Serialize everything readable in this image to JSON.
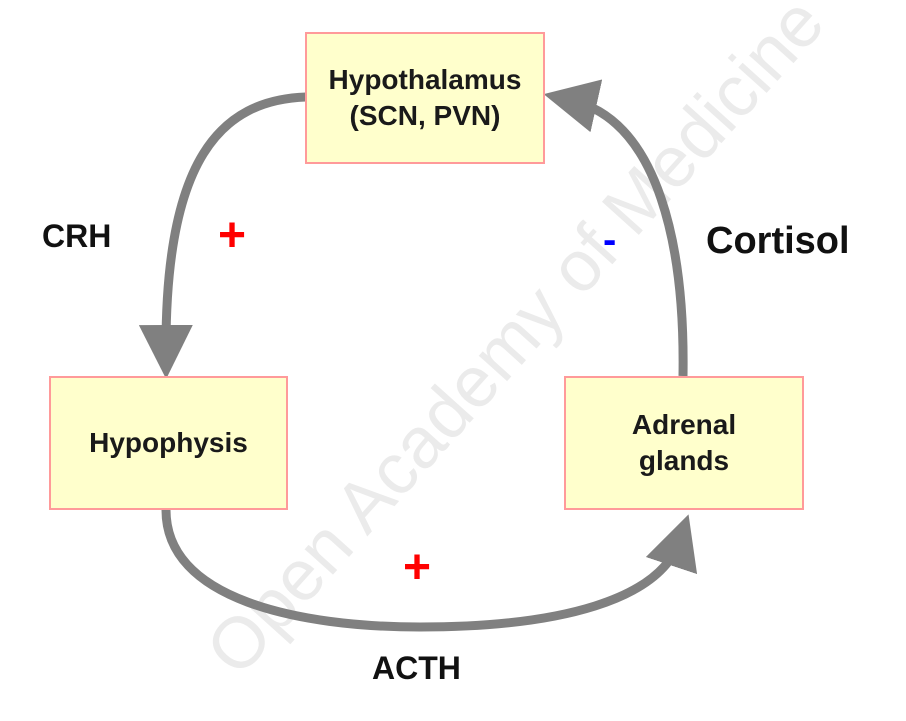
{
  "watermark": "Open Academy of Medicine",
  "nodes": {
    "hypothalamus": {
      "line1": "Hypothalamus",
      "line2": "(SCN, PVN)"
    },
    "hypophysis": {
      "label": "Hypophysis"
    },
    "adrenal": {
      "line1": "Adrenal",
      "line2": "glands"
    }
  },
  "edges": {
    "crh": {
      "label": "CRH",
      "sign": "+",
      "from": "Hypothalamus",
      "to": "Hypophysis",
      "effect": "stimulatory"
    },
    "acth": {
      "label": "ACTH",
      "sign": "+",
      "from": "Hypophysis",
      "to": "Adrenal glands",
      "effect": "stimulatory"
    },
    "cortisol": {
      "label": "Cortisol",
      "sign": "-",
      "from": "Adrenal glands",
      "to": "Hypothalamus",
      "effect": "inhibitory"
    }
  },
  "colors": {
    "box_fill": "#ffffcc",
    "box_border": "#ff9a9a",
    "arrow": "#808080",
    "plus": "#ff0000",
    "minus": "#0000ff"
  }
}
